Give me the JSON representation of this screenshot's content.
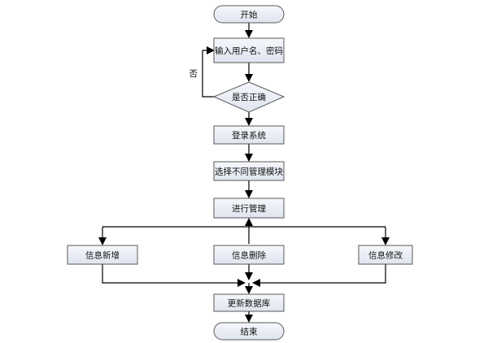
{
  "nodes": {
    "start": "开始",
    "input": "输入用户名、密码",
    "check": "是否正确",
    "login": "登录系统",
    "select": "选择不同管理模块",
    "manage": "进行管理",
    "add": "信息新增",
    "delete": "信息删除",
    "modify": "信息修改",
    "update": "更新数据库",
    "end": "结束"
  },
  "edges": {
    "no_label": "否"
  }
}
